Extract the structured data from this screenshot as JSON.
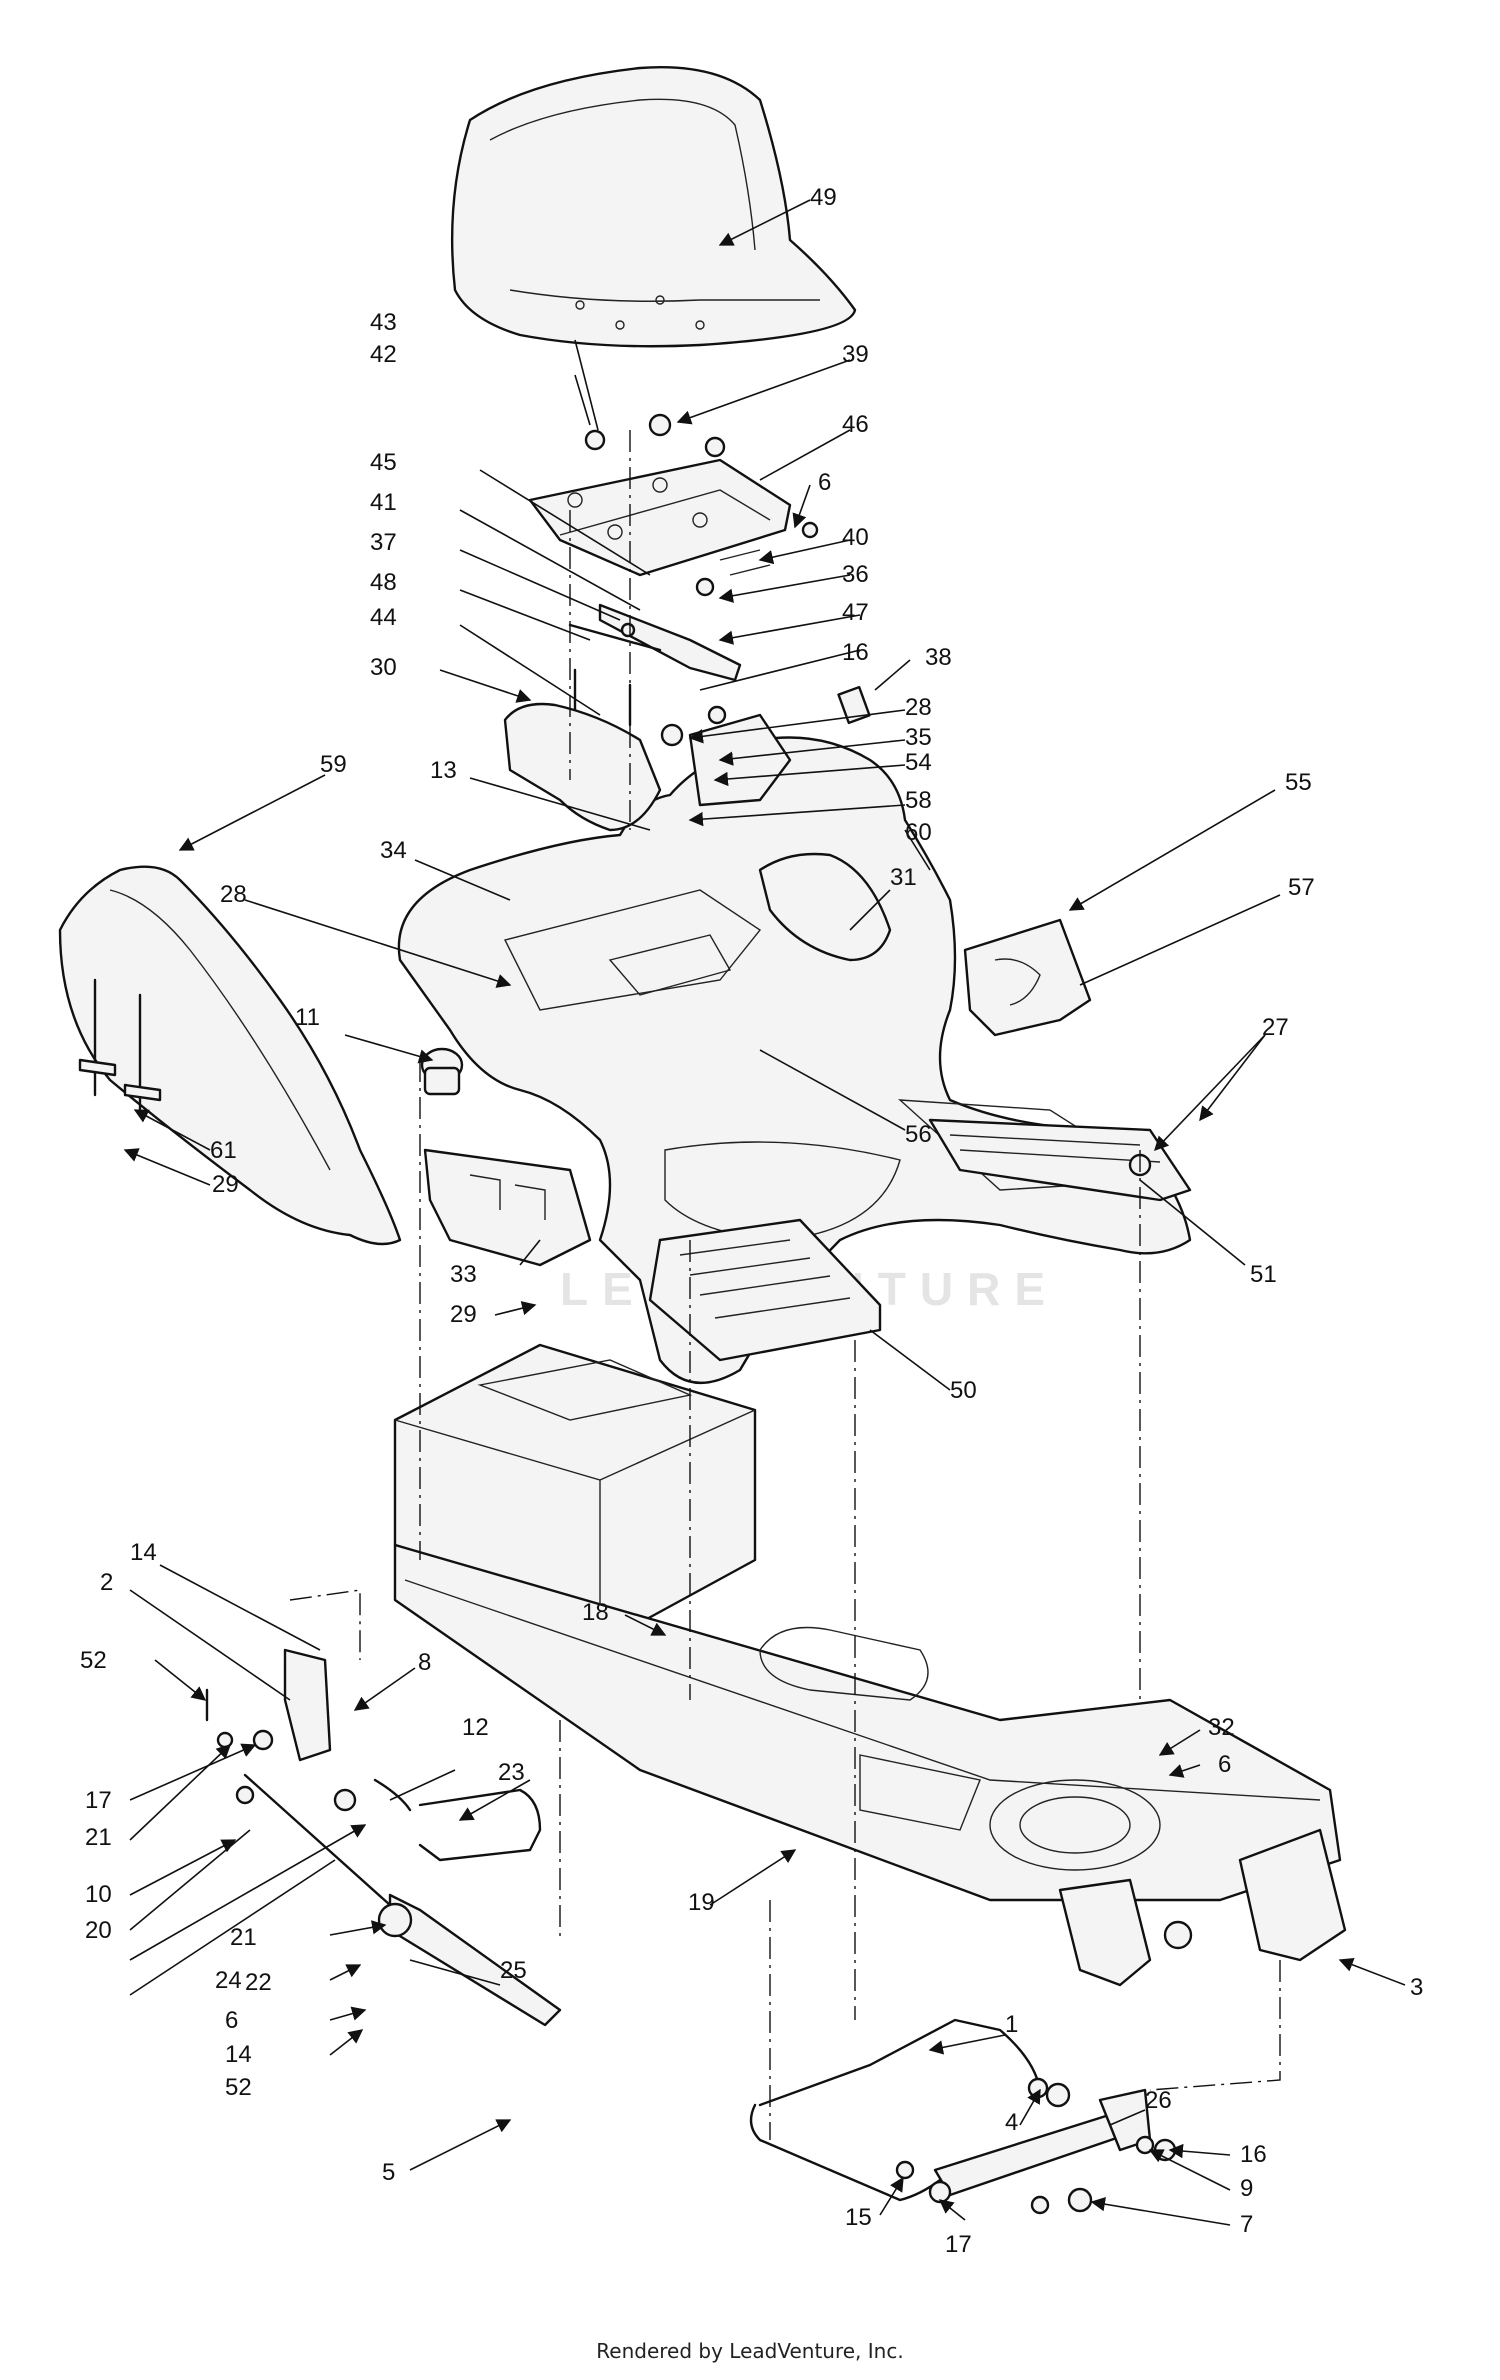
{
  "watermark": "LEADVENTURE",
  "footer": "Rendered by LeadVenture, Inc.",
  "callouts": [
    "49",
    "43",
    "42",
    "39",
    "46",
    "45",
    "6",
    "41",
    "40",
    "37",
    "36",
    "48",
    "47",
    "44",
    "16",
    "38",
    "30",
    "28",
    "35",
    "54",
    "13",
    "58",
    "59",
    "55",
    "34",
    "60",
    "28",
    "31",
    "57",
    "11",
    "27",
    "56",
    "61",
    "29",
    "51",
    "33",
    "29",
    "50",
    "14",
    "18",
    "2",
    "52",
    "8",
    "12",
    "17",
    "23",
    "21",
    "32",
    "6",
    "10",
    "20",
    "21",
    "19",
    "22",
    "24",
    "25",
    "3",
    "6",
    "14",
    "52",
    "1",
    "5",
    "26",
    "4",
    "16",
    "9",
    "7",
    "15",
    "17"
  ]
}
